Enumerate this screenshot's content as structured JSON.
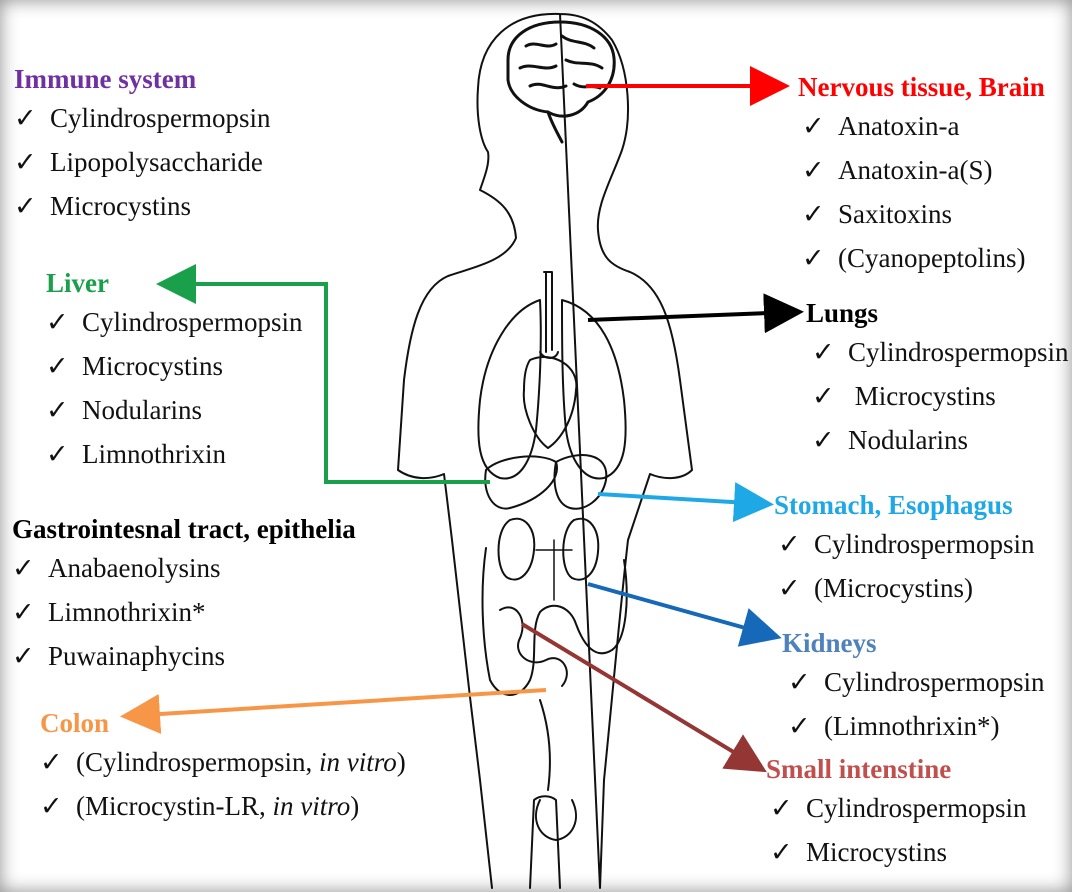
{
  "colors": {
    "immune": "#7030a0",
    "nervous": "#ff0000",
    "liver": "#1aa04a",
    "lungs": "#000000",
    "gi": "#000000",
    "stomach": "#1fa8e6",
    "kidneys": "#4f81bd",
    "colon": "#f79646",
    "small_intestine": "#c0504d",
    "kidney_arrow": "#1669b8",
    "small_intestine_arrow": "#943634"
  },
  "check_mark": "✓",
  "groups": {
    "immune": {
      "heading": "Immune system",
      "items": [
        "Cylindrospermopsin",
        "Lipopolysaccharide",
        "Microcystins"
      ]
    },
    "nervous": {
      "heading": "Nervous tissue, Brain",
      "items": [
        "Anatoxin-a",
        "Anatoxin-a(S)",
        "Saxitoxins",
        "(Cyanopeptolins)"
      ]
    },
    "liver": {
      "heading": "Liver",
      "items": [
        "Cylindrospermopsin",
        "Microcystins",
        "Nodularins",
        "Limnothrixin"
      ]
    },
    "lungs": {
      "heading": "Lungs",
      "items": [
        "Cylindrospermopsin",
        " Microcystins",
        "Nodularins"
      ]
    },
    "gi": {
      "heading": "Gastrointesnal tract, epithelia",
      "items": [
        "Anabaenolysins",
        "Limnothrixin*",
        "Puwainaphycins"
      ]
    },
    "stomach": {
      "heading": "Stomach, Esophagus",
      "items": [
        "Cylindrospermopsin",
        "(Microcystins)"
      ]
    },
    "kidneys": {
      "heading": "Kidneys",
      "items": [
        "Cylindrospermopsin",
        "(Limnothrixin*)"
      ]
    },
    "colon": {
      "heading": "Colon",
      "items": [
        {
          "before": "(Cylindrospermopsin, ",
          "italic": "in vitro",
          "after": ")"
        },
        {
          "before": "(Microcystin-LR, ",
          "italic": "in vitro",
          "after": ")"
        }
      ]
    },
    "small_intestine": {
      "heading": "Small intenstine",
      "items": [
        "Cylindrospermopsin",
        "Microcystins"
      ]
    }
  }
}
